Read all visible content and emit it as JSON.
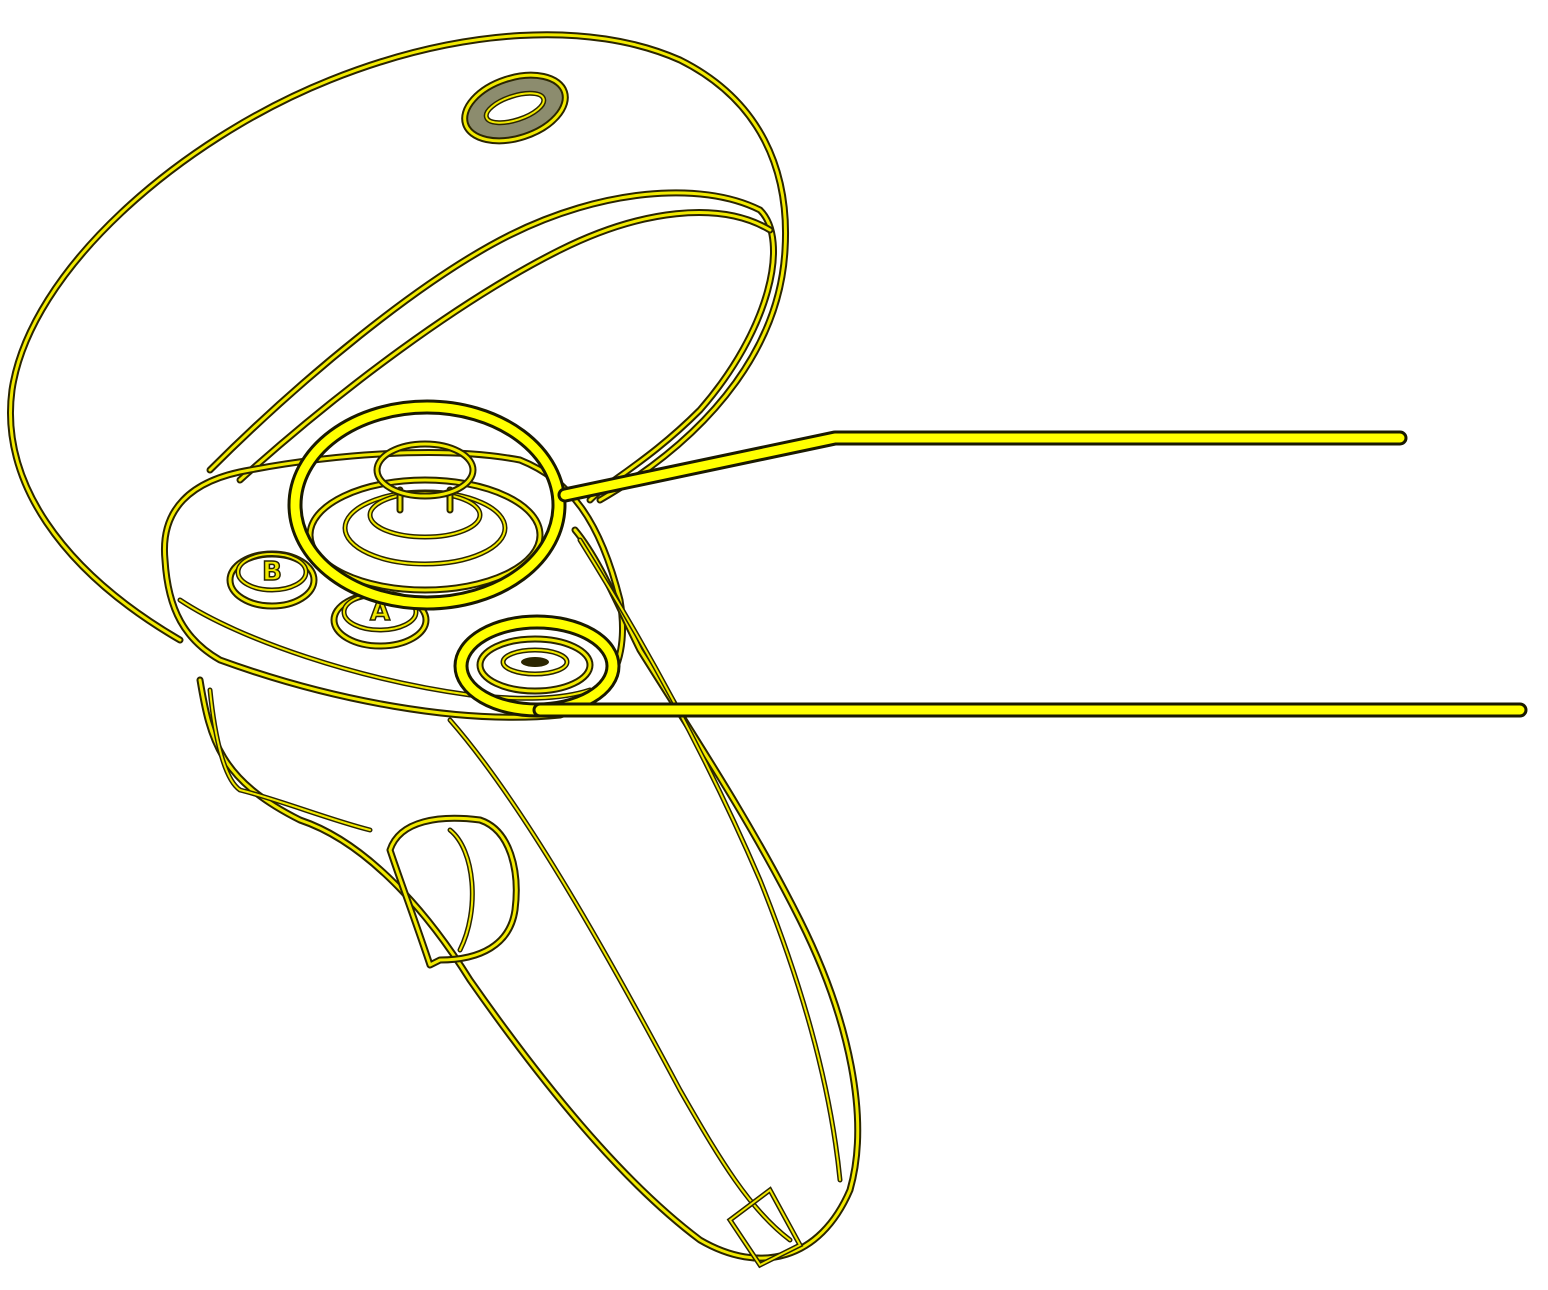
{
  "figure": {
    "subject": "vr-controller-line-drawing",
    "colors": {
      "background": "#ffffff",
      "line_fill": "#f2ea00",
      "line_edge": "#2b2600",
      "callout": "#ffff00",
      "callout_edge": "#1a1a00",
      "button_fill": "#8c8c6e"
    },
    "icons": [
      "thumbstick-icon",
      "menu-button-icon",
      "b-button-icon",
      "a-button-icon",
      "system-button-icon",
      "grip-trigger-icon"
    ],
    "callouts": [
      {
        "target": "thumbstick",
        "label": ""
      },
      {
        "target": "menu-button",
        "label": ""
      }
    ],
    "buttons": {
      "b_label": "B",
      "a_label": "A"
    }
  }
}
